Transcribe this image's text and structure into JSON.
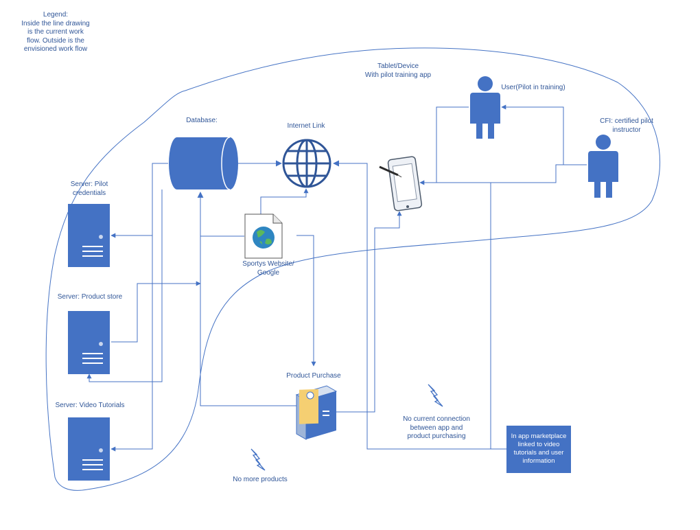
{
  "legend": "Legend:\nInside the line drawing\nis the current work\nflow. Outside is the\nenvisioned work flow",
  "labels": {
    "tablet": "Tablet/Device\nWith pilot training app",
    "user": "User(Pilot in training)",
    "cfi": "CFI: certified pilot\ninstructor",
    "database": "Database:",
    "internet": "Internet Link",
    "server_credentials": "Server: Pilot\ncredentials",
    "server_store": "Server: Product store",
    "server_video": "Server: Video Tutorials",
    "website": "Sportys Website/\nGoogle",
    "purchase": "Product Purchase",
    "no_connection": "No current connection\nbetween app and\nproduct purchasing",
    "no_products": "No more products",
    "marketplace": "In app marketplace\nlinked to video\ntutorials and user\ninformation"
  },
  "icons": {
    "database": "database-cylinder-icon",
    "internet": "globe-icon",
    "tablet": "tablet-stylus-icon",
    "user": "person-icon",
    "cfi": "person-icon",
    "server": "server-tower-icon",
    "website": "web-page-globe-icon",
    "purchase": "product-box-icon",
    "bolt": "lightning-bolt-icon"
  },
  "colors": {
    "primary": "#4472c4",
    "text": "#2f5597",
    "background": "#ffffff"
  }
}
